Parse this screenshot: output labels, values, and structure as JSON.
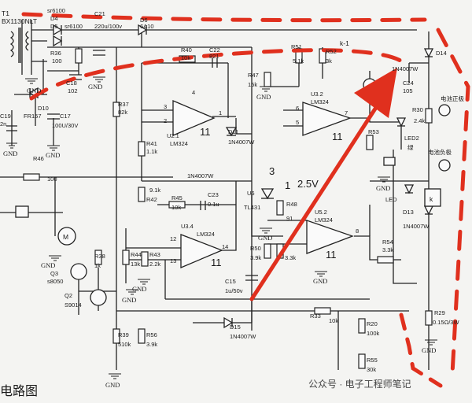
{
  "labels": {
    "t1": "T1",
    "t1_model": "BX1130NLT",
    "d4": "D4",
    "d5": "D5",
    "sr6100_a": "sr6100",
    "sr6100_b": "sr6100",
    "c21": "C21",
    "c21_val": "220u/100v",
    "d6": "D6",
    "d6_val": "6A10",
    "r36": "R36",
    "r36_val": "100",
    "c18": "C18",
    "c18_val": "102",
    "d10": "D10",
    "d10_val": "FR157",
    "c19": "C19",
    "c19_val": "2n",
    "c17": "C17",
    "c17_val": "100U/30V",
    "r37": "R37",
    "r37_val": "82k",
    "r40": "R40",
    "r40_val": "10k",
    "c22": "C22",
    "c22_val": "821",
    "r41": "R41",
    "r41_val": "1.1k",
    "u21": "U2.1",
    "u21_val": "LM324",
    "d11": "D11",
    "d11_val": "1N4007W",
    "r47": "R47",
    "r47_val": "15k",
    "r51": "R51",
    "r51_val": "5.1k",
    "r52": "R52",
    "r52_val": "3k",
    "k1": "k-1",
    "d14": "D14",
    "d_top": "1N4007W",
    "c24": "C24",
    "c24_val": "105",
    "u32": "U3.2",
    "u32_val": "LM324",
    "r30": "R30",
    "r30_val": "2.4k",
    "cn_battery_pos": "电池正极",
    "cn_battery_neg": "电池负极",
    "r53": "R53",
    "led2": "LED2",
    "led2_val": "绿",
    "led": "LED",
    "d13": "D13",
    "d13_val": "1N4007W",
    "k": "k",
    "r46": "R46",
    "r46_val": "100",
    "d_mid": "1N4007W",
    "r42": "R42",
    "r42_val": "9.1k",
    "r45": "R45",
    "r45_val": "10k",
    "c23": "C23",
    "c23_val": "0.1u",
    "u6": "U6",
    "tl431": "TL431",
    "r48": "R48",
    "r48_val": "91",
    "n3": "3",
    "n1": "1",
    "v25": "2.5V",
    "u34": "U3.4",
    "u34_val": "LM324",
    "u52": "U5.2",
    "u52_val": "LM324",
    "m": "M",
    "r38": "R38",
    "r38_val": "1k",
    "r44": "R44",
    "r44_val": "13k",
    "r43": "R43",
    "r43_val": "2.2k",
    "r50": "R50",
    "r50_val": "3.9k",
    "r_u": "3.3k",
    "r54": "R54",
    "r54_val": "3.3k",
    "q3": "Q3",
    "q3_val": "s8050",
    "q2": "Q2",
    "q2_val": "S9014",
    "c15": "C15",
    "c15_val": "1u/50v",
    "d15": "D15",
    "d15_val": "1N4007W",
    "r33": "R33",
    "r33_val": "10k",
    "r39": "R39",
    "r39_val": "510k",
    "r56": "R56",
    "r56_val": "3.9k",
    "r20": "R20",
    "r20_val": "100k",
    "r55": "R55",
    "r55_val": "30k",
    "r29": "R29",
    "r29_val": "0.15Ω/3W",
    "gnd": "GND",
    "pin4": "4",
    "pin11": "11",
    "pin8": "8",
    "pin7": "7",
    "pin14": "14",
    "pin12": "12",
    "pin13": "13",
    "pin2": "2",
    "pin3": "3",
    "pin5": "5",
    "pin6": "6",
    "pin1": "1",
    "caption": "电路图",
    "watermark": "公众号 · 电子工程师笔记"
  },
  "colors": {
    "ink": "#222222",
    "annotation_red": "#e0301e",
    "paper": "#f4f4f2"
  }
}
